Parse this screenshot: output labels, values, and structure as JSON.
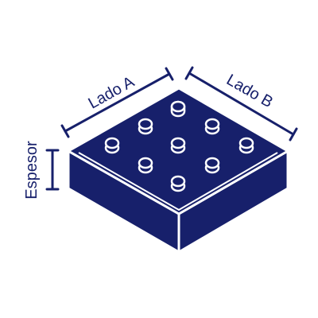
{
  "labels": {
    "side_a": "Lado A",
    "side_b": "Lado B",
    "thickness": "Espesor"
  },
  "colors": {
    "primary": "#17206B",
    "stroke": "#ffffff",
    "background": "#ffffff"
  },
  "tile": {
    "stud_grid": "3x3",
    "stud_count": 9
  }
}
